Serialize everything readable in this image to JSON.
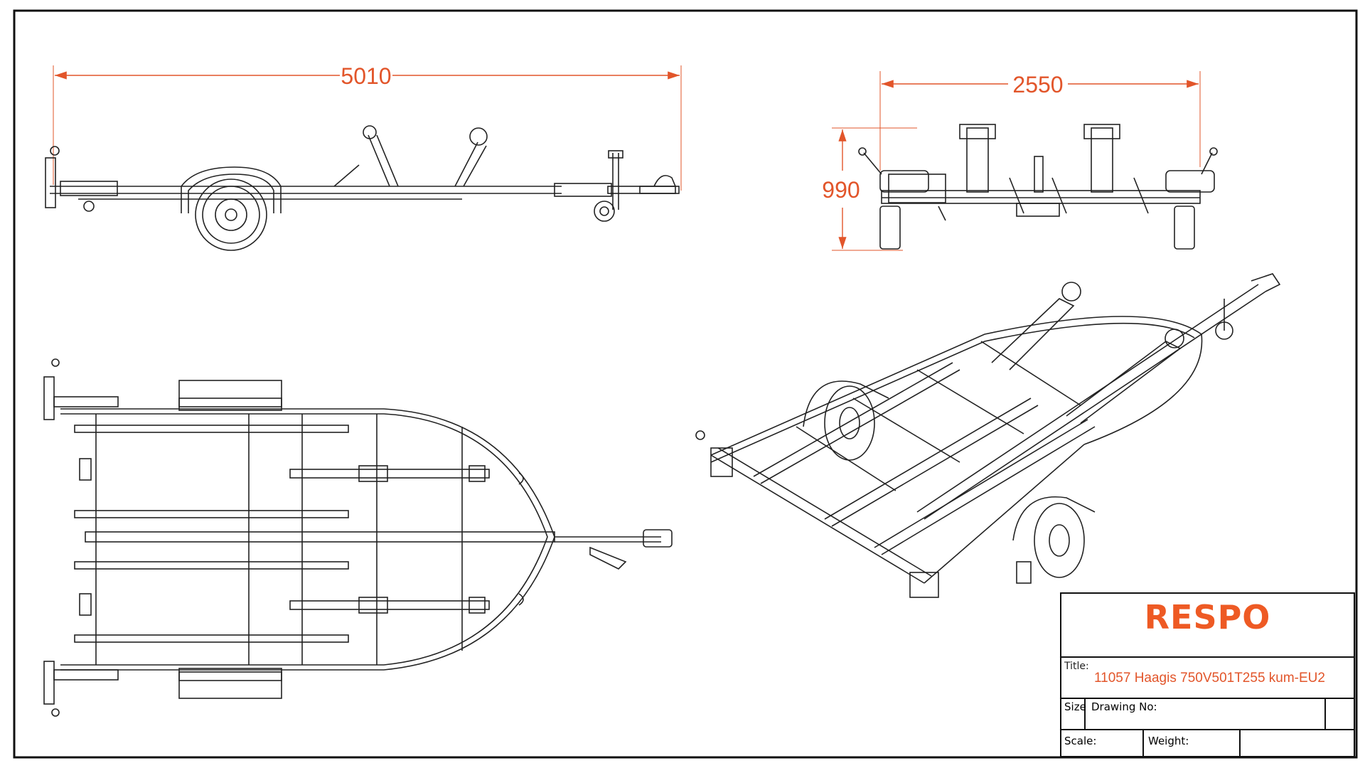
{
  "dimensions": {
    "side_length": "5010",
    "rear_width": "2550",
    "rear_height": "990"
  },
  "title_block": {
    "brand": "RESPO",
    "title_label": "Title:",
    "title_value": "11057 Haagis 750V501T255 kum-EU2",
    "size_label": "Size",
    "drawing_no_label": "Drawing No:",
    "scale_label": "Scale:",
    "weight_label": "Weight:"
  },
  "colors": {
    "dimension": "#e2552a",
    "brand": "#ee5a24",
    "line": "#222222"
  }
}
